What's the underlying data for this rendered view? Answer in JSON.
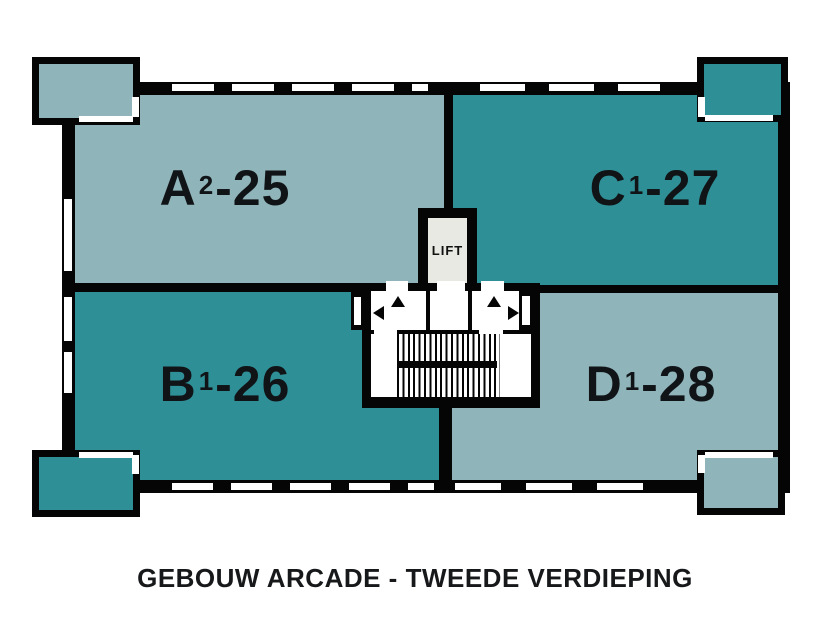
{
  "caption": "GEBOUW ARCADE - TWEEDE VERDIEPING",
  "lift": {
    "label": "LIFT"
  },
  "units": {
    "a": {
      "letter": "A",
      "sup": "2",
      "suffix": "-25",
      "shade": "light"
    },
    "b": {
      "letter": "B",
      "sup": "1",
      "suffix": "-26",
      "shade": "dark"
    },
    "c": {
      "letter": "C",
      "sup": "1",
      "suffix": "-27",
      "shade": "dark"
    },
    "d": {
      "letter": "D",
      "sup": "1",
      "suffix": "-28",
      "shade": "light"
    }
  },
  "colors": {
    "unit_light": "#8fb4ba",
    "unit_dark": "#2f8f97",
    "wall": "#050505",
    "lift_bg": "#e9e9e4",
    "bg": "#ffffff"
  }
}
